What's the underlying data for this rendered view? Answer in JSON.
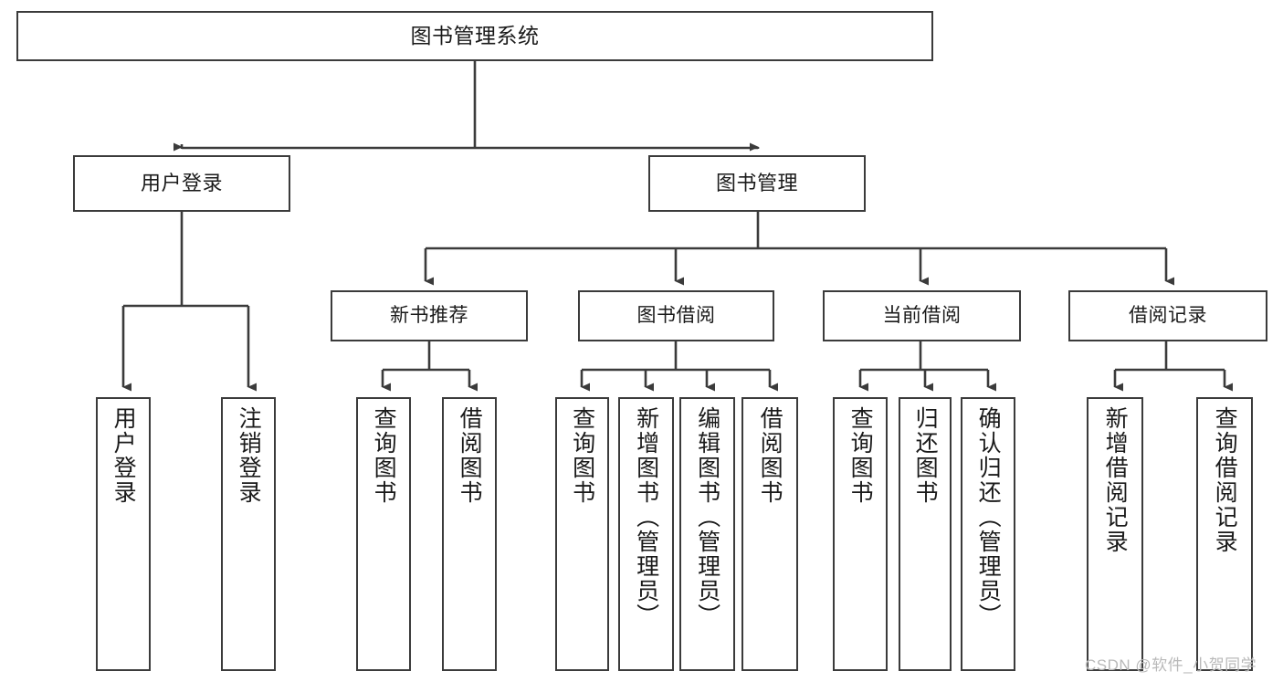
{
  "diagram": {
    "title": "图书管理系统",
    "watermark": "CSDN @软件_小贺同学",
    "line_color": "#3b3b3b",
    "box_fill": "#ffffff",
    "text_color": "#1a1a1a",
    "watermark_color": "#b9b9b9",
    "levels": {
      "root": "图书管理系统",
      "level2": [
        {
          "label": "用户登录"
        },
        {
          "label": "图书管理"
        }
      ],
      "level3": [
        {
          "label": "新书推荐"
        },
        {
          "label": "图书借阅"
        },
        {
          "label": "当前借阅"
        },
        {
          "label": "借阅记录"
        }
      ],
      "leaves": {
        "user_login": [
          {
            "label": "用户登录"
          },
          {
            "label": "注销登录"
          }
        ],
        "new_book": [
          {
            "label": "查询图书"
          },
          {
            "label": "借阅图书"
          }
        ],
        "book_borrow": [
          {
            "label": "查询图书"
          },
          {
            "label": "新增图书（管理员）"
          },
          {
            "label": "编辑图书（管理员）"
          },
          {
            "label": "借阅图书"
          }
        ],
        "current_borrow": [
          {
            "label": "查询图书"
          },
          {
            "label": "归还图书"
          },
          {
            "label": "确认归还（管理员）"
          }
        ],
        "borrow_record": [
          {
            "label": "新增借阅记录"
          },
          {
            "label": "查询借阅记录"
          }
        ]
      }
    }
  }
}
